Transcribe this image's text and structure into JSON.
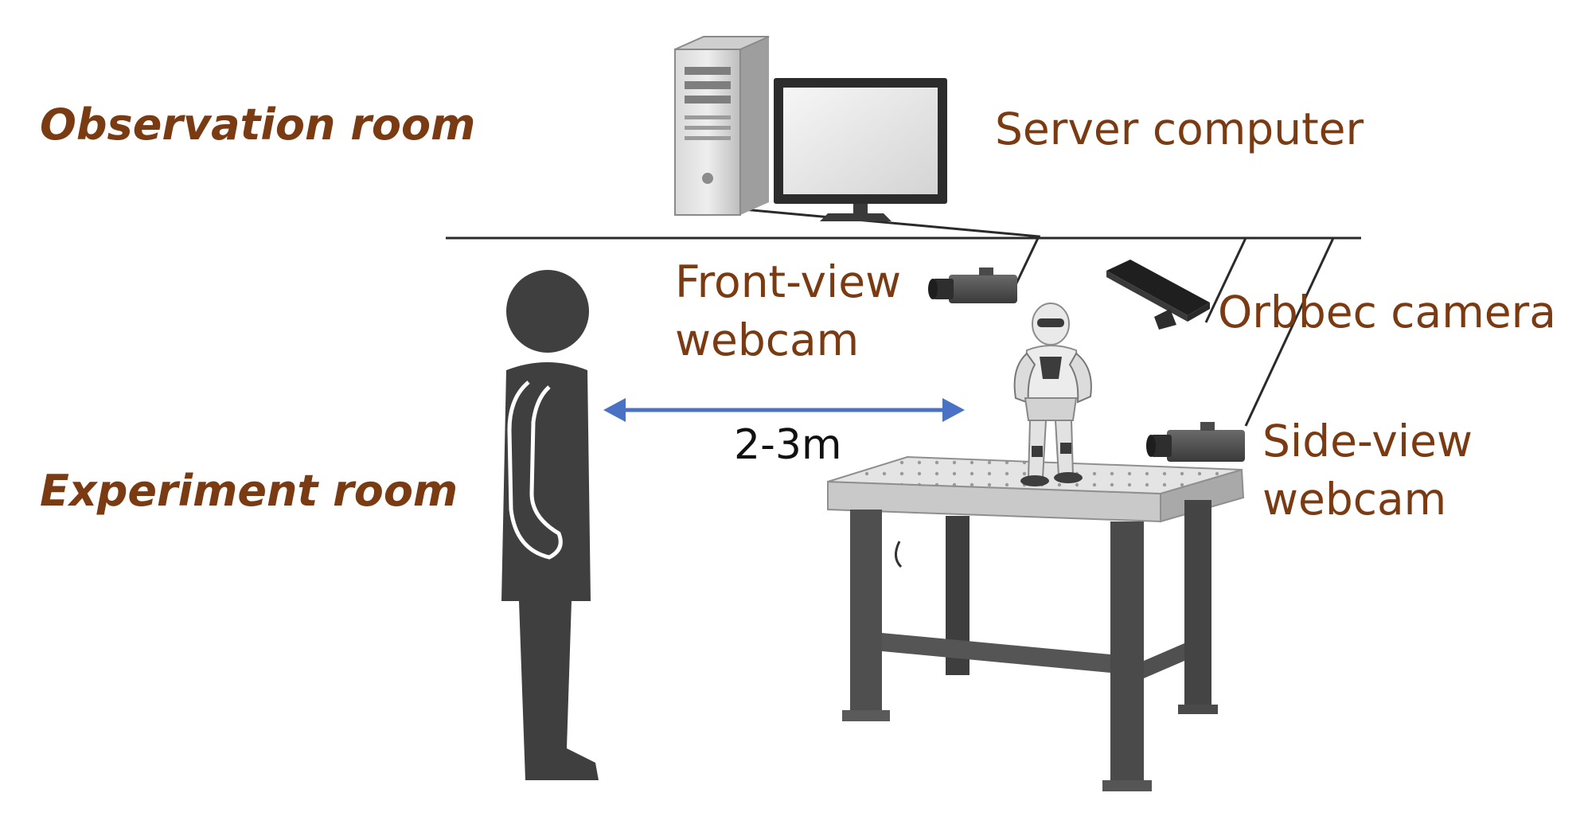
{
  "rooms": {
    "observation": "Observation room",
    "experiment": "Experiment room"
  },
  "devices": {
    "server": "Server computer",
    "front_webcam": [
      "Front-view",
      "webcam"
    ],
    "orbbec": "Orbbec camera",
    "side_webcam": [
      "Side-view",
      "webcam"
    ]
  },
  "distance": "2-3m",
  "colors": {
    "label": "#7a3a12",
    "figure": "#3f3f3f",
    "arrow": "#4a72c4",
    "line": "#2a2a2a",
    "text": "#111111"
  },
  "icons": [
    "desktop-tower-icon",
    "monitor-icon",
    "person-icon",
    "webcam-icon",
    "depth-camera-icon",
    "humanoid-robot-icon",
    "table-icon"
  ]
}
